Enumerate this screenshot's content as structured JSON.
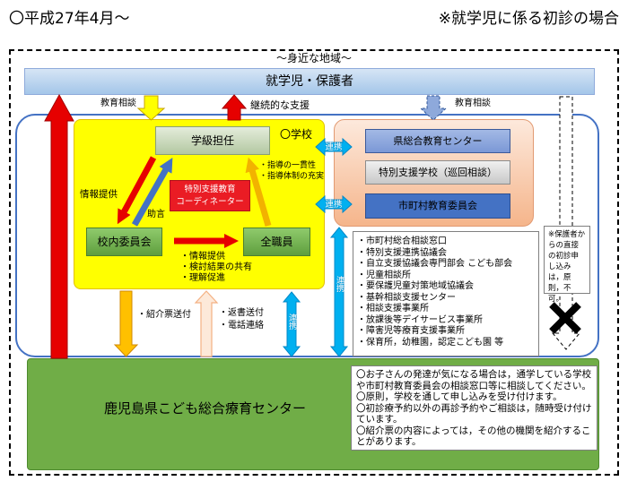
{
  "header": {
    "period": "〇平成27年4月〜",
    "case": "※就学児に係る初診の場合"
  },
  "region_label": "〜身近な地域〜",
  "family_bar": "就学児・保護者",
  "flows_top": {
    "education_consult_left": "教育相談",
    "continuous_support": "継続的な支援",
    "education_consult_right": "教育相談"
  },
  "school": {
    "title": "〇学校",
    "homeroom_teacher": "学級担任",
    "coordinator": [
      "特別支援教育",
      "コーディネーター"
    ],
    "committee": "校内委員会",
    "all_staff": "全職員",
    "info_provision": "情報提供",
    "advice": "助言",
    "guidance_points": [
      "・指導の一貫性",
      "・指導体制の充実"
    ],
    "committee_outcomes": [
      "・情報提供",
      "・検討結果の共有",
      "・理解促進"
    ]
  },
  "education_orgs": [
    "県総合教育センター",
    "特別支援学校（巡回相談）",
    "市町村教育委員会"
  ],
  "cooperation": "連携",
  "community_orgs": [
    "・市町村総合相談窓口",
    "・特別支援連携協議会",
    "・自立支援協議会専門部会 こども部会",
    "・児童相談所",
    "・要保護児童対策地域協議会",
    "・基幹相談支援センター",
    "・相談支援事業所",
    "・放課後等デイサービス事業所",
    "・障害児等療育支援事業所",
    "・保育所，幼稚園，認定こども園 等"
  ],
  "parent_note": "※保護者からの直接の初診申し込みは，原則，不可。",
  "flows_bottom": {
    "referral": "・紹介票送付",
    "reply_letter": "・返書送付",
    "phone_contact": "・電話連絡"
  },
  "center": {
    "name": "鹿児島県こども総合療育センター",
    "notes": [
      "〇お子さんの発達が気になる場合は，通学している学校や市町村教育委員会の相談窓口等に相談してください。",
      "〇原則，学校を通して申し込みを受け付けます。",
      "〇初診療予約以外の再診予約やご相談は，随時受け付けています。",
      "〇紹介票の内容によっては，その他の機関を紹介することがあります。"
    ]
  },
  "colors": {
    "school": "#ffff00",
    "center": "#70ad47",
    "network": "#4472c4",
    "arrow_red": "#e60000",
    "arrow_cyan": "#00b0f0",
    "arrow_orange": "#ffc000"
  }
}
